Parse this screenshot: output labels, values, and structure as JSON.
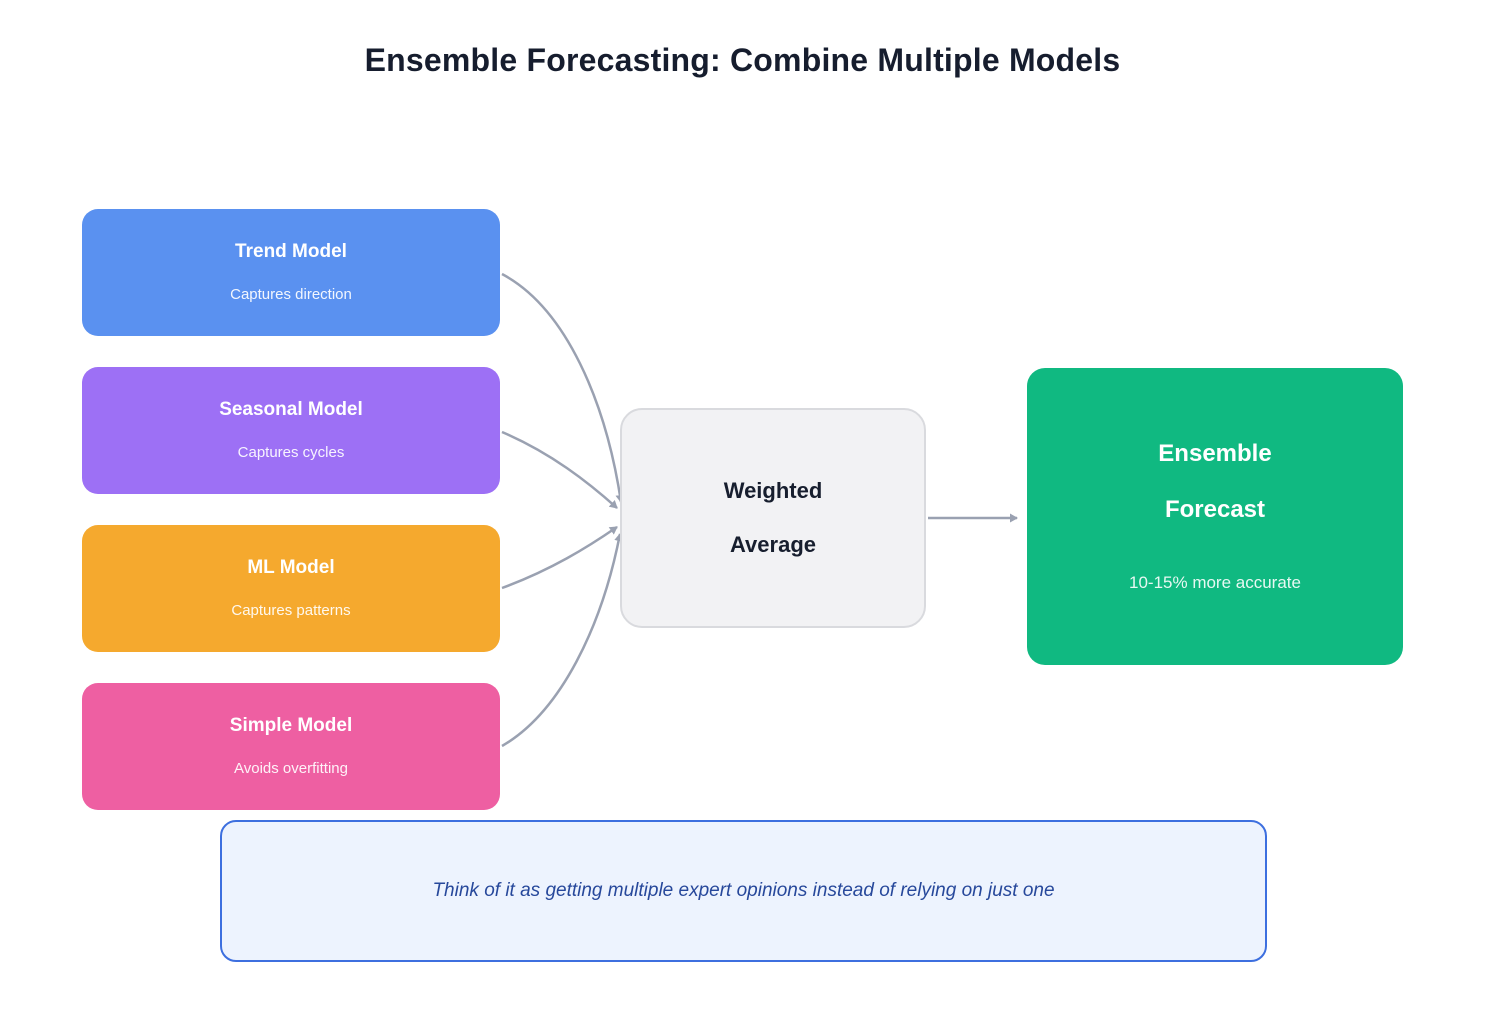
{
  "title": "Ensemble Forecasting: Combine Multiple Models",
  "models": [
    {
      "name": "Trend Model",
      "desc": "Captures direction",
      "color": "#5a91f0"
    },
    {
      "name": "Seasonal Model",
      "desc": "Captures cycles",
      "color": "#9d70f5"
    },
    {
      "name": "ML Model",
      "desc": "Captures patterns",
      "color": "#f5a92e"
    },
    {
      "name": "Simple Model",
      "desc": "Avoids overfitting",
      "color": "#ee5fa2"
    }
  ],
  "combiner": {
    "line1": "Weighted",
    "line2": "Average"
  },
  "output": {
    "line1": "Ensemble",
    "line2": "Forecast",
    "desc": "10-15% more accurate",
    "color": "#10b981"
  },
  "note": {
    "text": "Think of it as getting multiple expert opinions instead of relying on just one"
  },
  "colors": {
    "title_text": "#161d2e",
    "combiner_bg": "#f2f2f4",
    "combiner_border": "#d9dade",
    "combiner_text": "#171e2e",
    "note_bg": "#edf3fe",
    "note_border": "#3d6fdf",
    "note_text": "#27489b",
    "arrow": "#9aa1b1"
  }
}
